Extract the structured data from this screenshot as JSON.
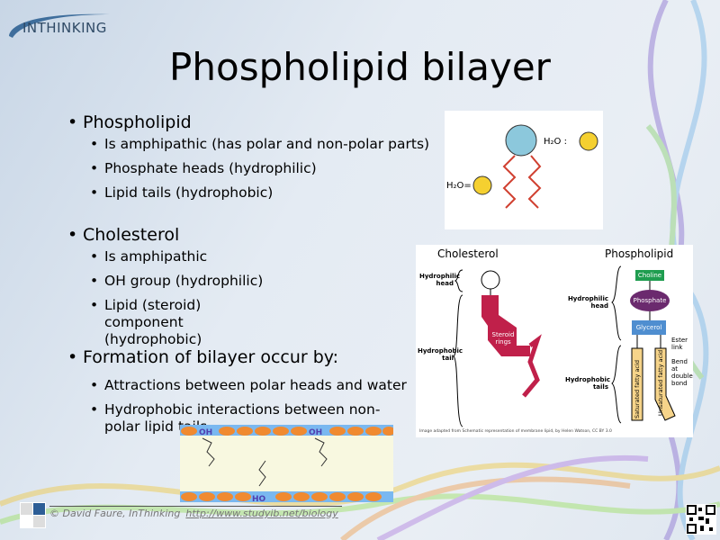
{
  "logo": {
    "text": "INTHINKING"
  },
  "title": "Phospholipid bilayer",
  "sections": [
    {
      "heading": "Phospholipid",
      "items": [
        "Is amphipathic (has polar and non-polar parts)",
        "Phosphate heads (hydrophilic)",
        "Lipid tails (hydrophobic)"
      ]
    },
    {
      "heading": "Cholesterol",
      "items": [
        "Is amphipathic",
        "OH group (hydrophilic)",
        "Lipid (steroid) component (hydrophobic)"
      ]
    },
    {
      "heading": "Formation of bilayer occur by:",
      "items": [
        "Attractions between polar heads and water",
        "Hydrophobic interactions between non-polar lipid tails"
      ]
    }
  ],
  "figure1": {
    "water_label_happy": "H₂O :",
    "water_label_sad": "H₂O="
  },
  "figure2": {
    "cholesterol_title": "Cholesterol",
    "phospholipid_title": "Phospholipid",
    "hydrophilic_head": "Hydrophilic head",
    "hydrophobic_tail": "Hydrophobic tail",
    "steroid_rings": "Steroid rings",
    "choline": "Choline",
    "phosphate": "Phosphate",
    "glycerol": "Glycerol",
    "ester_link": "Ester link",
    "bend": "Bend at double bond",
    "hydrophobic_tails": "Hydrophobic tails",
    "saturated": "Saturated fatty acid",
    "unsaturated": "Unsaturated fatty acid",
    "credit": "Image adapted from Schematic representation of membrane lipid, by Helen Watson, CC BY 3.0"
  },
  "figure3": {
    "oh": "OH",
    "ho": "HO"
  },
  "footer": {
    "copyright": "© David Faure, InThinking",
    "link": "http://www.studyib.net/biology"
  }
}
